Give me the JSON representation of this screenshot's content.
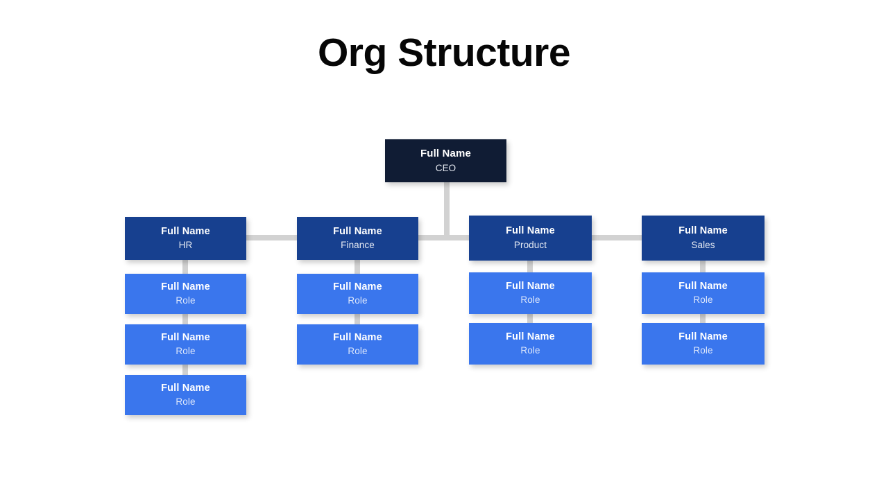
{
  "title": "Org Structure",
  "theme": {
    "background": "#ffffff",
    "title_color": "#060606",
    "ceo_box": "#101c34",
    "dept_box": "#17408f",
    "role_box": "#3a76ed",
    "connector": "#d2d2d2",
    "name_text": "#ffffff",
    "role_text": "#dde7fb"
  },
  "chart_data": {
    "type": "diagram",
    "diagram_type": "org-chart",
    "title": "Org Structure",
    "levels": 3,
    "root": {
      "name": "Full Name",
      "role": "CEO"
    },
    "departments": [
      {
        "name": "Full Name",
        "role": "HR",
        "reports": [
          {
            "name": "Full Name",
            "role": "Role"
          },
          {
            "name": "Full Name",
            "role": "Role"
          },
          {
            "name": "Full Name",
            "role": "Role"
          }
        ]
      },
      {
        "name": "Full Name",
        "role": "Finance",
        "reports": [
          {
            "name": "Full Name",
            "role": "Role"
          },
          {
            "name": "Full Name",
            "role": "Role"
          }
        ]
      },
      {
        "name": "Full Name",
        "role": "Product",
        "reports": [
          {
            "name": "Full Name",
            "role": "Role"
          },
          {
            "name": "Full Name",
            "role": "Role"
          }
        ]
      },
      {
        "name": "Full Name",
        "role": "Sales",
        "reports": [
          {
            "name": "Full Name",
            "role": "Role"
          },
          {
            "name": "Full Name",
            "role": "Role"
          }
        ]
      }
    ]
  },
  "ceo": {
    "name": "Full Name",
    "role": "CEO"
  },
  "columns": [
    {
      "head": {
        "name": "Full Name",
        "role": "HR"
      },
      "reports": [
        {
          "name": "Full Name",
          "role": "Role"
        },
        {
          "name": "Full Name",
          "role": "Role"
        },
        {
          "name": "Full Name",
          "role": "Role"
        }
      ]
    },
    {
      "head": {
        "name": "Full Name",
        "role": "Finance"
      },
      "reports": [
        {
          "name": "Full Name",
          "role": "Role"
        },
        {
          "name": "Full Name",
          "role": "Role"
        }
      ]
    },
    {
      "head": {
        "name": "Full Name",
        "role": "Product"
      },
      "reports": [
        {
          "name": "Full Name",
          "role": "Role"
        },
        {
          "name": "Full Name",
          "role": "Role"
        }
      ]
    },
    {
      "head": {
        "name": "Full Name",
        "role": "Sales"
      },
      "reports": [
        {
          "name": "Full Name",
          "role": "Role"
        },
        {
          "name": "Full Name",
          "role": "Role"
        }
      ]
    }
  ]
}
